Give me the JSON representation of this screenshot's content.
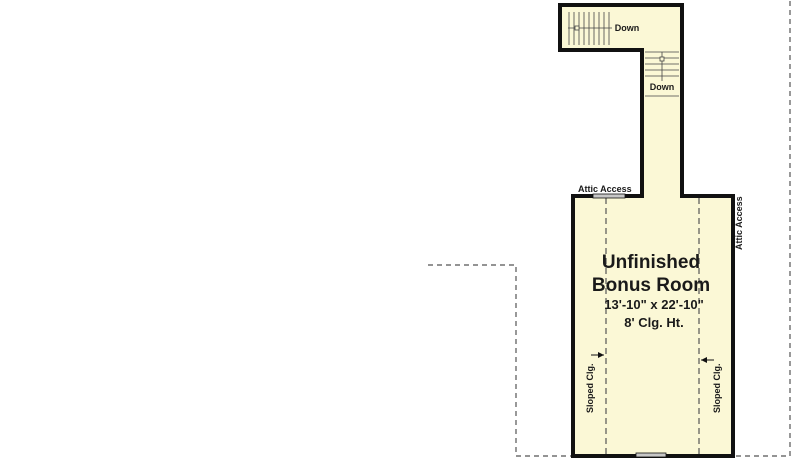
{
  "colors": {
    "floor_fill": "#fbf8d6",
    "wall": "#111111",
    "dashed_line": "#555555",
    "stair_line": "#444444",
    "vent_fill": "#c7c7c7"
  },
  "room": {
    "name_line1": "Unfinished",
    "name_line2": "Bonus Room",
    "dimensions": "13'-10\" x 22'-10\"",
    "ceiling": "8' Clg. Ht."
  },
  "stairs": {
    "upper_label": "Down",
    "lower_label": "Down"
  },
  "attic": {
    "top_label": "Attic Access",
    "side_label": "Attic Access"
  },
  "sloped": {
    "left_label": "Sloped Clg.",
    "right_label": "Sloped Clg."
  }
}
